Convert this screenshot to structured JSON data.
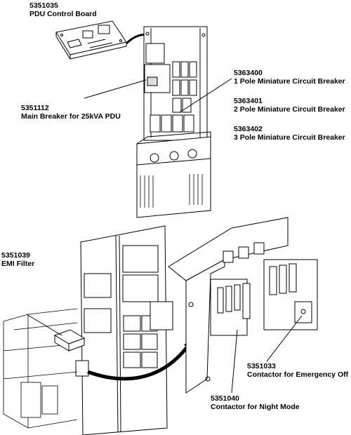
{
  "callouts": [
    {
      "part_number": "5351035",
      "description": "PDU Control Board"
    },
    {
      "part_number": "5351112",
      "description": "Main Breaker for 25kVA PDU"
    },
    {
      "part_number": "5363400",
      "description": "1 Pole Miniature Circuit Breaker"
    },
    {
      "part_number": "5363401",
      "description": "2 Pole Miniature Circuit Breaker"
    },
    {
      "part_number": "5363402",
      "description": "3 Pole Miniature Circuit Breaker"
    },
    {
      "part_number": "5351039",
      "description": "EMI Filter"
    },
    {
      "part_number": "5351040",
      "description": "Contactor for Night Mode"
    },
    {
      "part_number": "5351033",
      "description": "Contactor for Emergency Off"
    }
  ]
}
